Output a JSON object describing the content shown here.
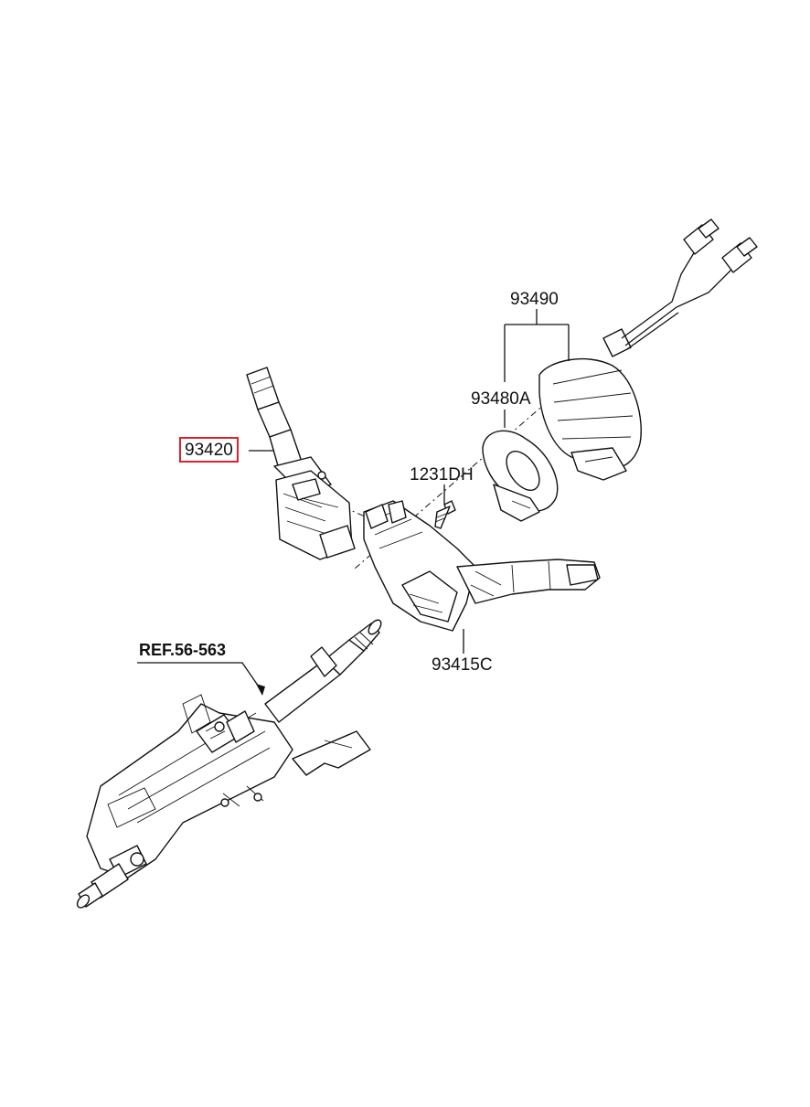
{
  "labels": {
    "part_93490": "93490",
    "part_93480A": "93480A",
    "part_1231DH": "1231DH",
    "part_93420": "93420",
    "part_93415C": "93415C",
    "ref": "REF.56-563"
  },
  "colors": {
    "highlight": "#e0202a",
    "line": "#111111",
    "background": "#ffffff"
  },
  "highlighted_part": "93420"
}
